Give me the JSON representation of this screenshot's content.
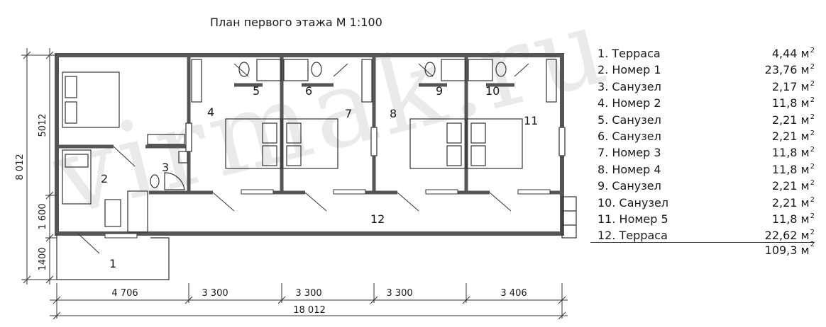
{
  "title": "План первого этажа М 1:100",
  "watermark": "virmak.ru",
  "area_unit": "м",
  "area_unit_power": "2",
  "rooms": [
    {
      "number": "1",
      "name": "Терраса",
      "area": "4,44"
    },
    {
      "number": "2",
      "name": "Номер 1",
      "area": "23,76"
    },
    {
      "number": "3",
      "name": "Санузел",
      "area": "2,17"
    },
    {
      "number": "4",
      "name": "Номер 2",
      "area": "11,8"
    },
    {
      "number": "5",
      "name": "Санузел",
      "area": "2,21"
    },
    {
      "number": "6",
      "name": "Санузел",
      "area": "2,21"
    },
    {
      "number": "7",
      "name": "Номер 3",
      "area": "11,8"
    },
    {
      "number": "8",
      "name": "Номер 4",
      "area": "11,8"
    },
    {
      "number": "9",
      "name": "Санузел",
      "area": "2,21"
    },
    {
      "number": "10",
      "name": "Санузел",
      "area": "2,21"
    },
    {
      "number": "11",
      "name": "Номер 5",
      "area": "11,8"
    },
    {
      "number": "12",
      "name": "Терраса",
      "area": "22,62"
    }
  ],
  "total_area": "109,3",
  "dimensions": {
    "horizontal": [
      "4 706",
      "3 300",
      "3 300",
      "3 300",
      "3 406"
    ],
    "overall_width": "18 012",
    "vertical": [
      "5012",
      "1 600",
      "1400"
    ],
    "overall_height": "8 012"
  }
}
